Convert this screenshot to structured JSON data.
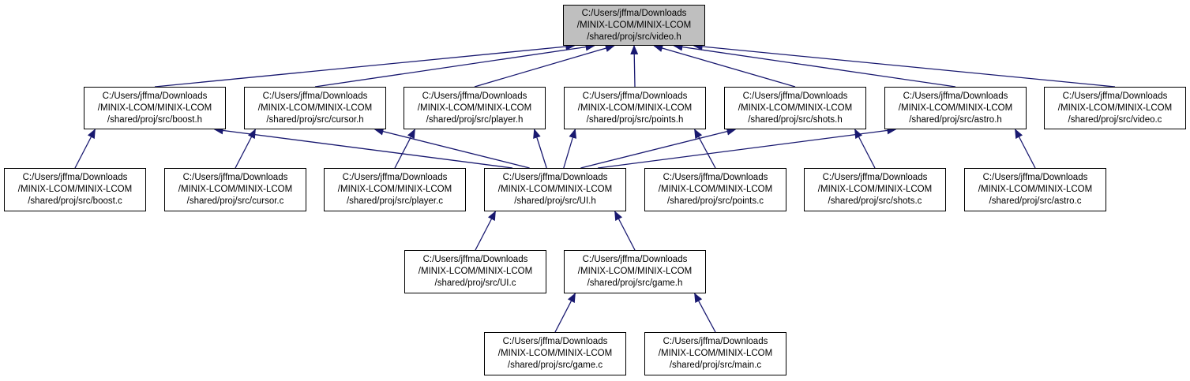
{
  "colors": {
    "edge": "#191970",
    "root_fill": "#bfbfbf",
    "node_fill": "#ffffff"
  },
  "nodes": [
    {
      "id": "video_h",
      "lines": [
        "C:/Users/jffma/Downloads",
        "/MINIX-LCOM/MINIX-LCOM",
        "/shared/proj/src/video.h"
      ],
      "root": true
    },
    {
      "id": "boost_h",
      "lines": [
        "C:/Users/jffma/Downloads",
        "/MINIX-LCOM/MINIX-LCOM",
        "/shared/proj/src/boost.h"
      ]
    },
    {
      "id": "cursor_h",
      "lines": [
        "C:/Users/jffma/Downloads",
        "/MINIX-LCOM/MINIX-LCOM",
        "/shared/proj/src/cursor.h"
      ]
    },
    {
      "id": "player_h",
      "lines": [
        "C:/Users/jffma/Downloads",
        "/MINIX-LCOM/MINIX-LCOM",
        "/shared/proj/src/player.h"
      ]
    },
    {
      "id": "points_h",
      "lines": [
        "C:/Users/jffma/Downloads",
        "/MINIX-LCOM/MINIX-LCOM",
        "/shared/proj/src/points.h"
      ]
    },
    {
      "id": "shots_h",
      "lines": [
        "C:/Users/jffma/Downloads",
        "/MINIX-LCOM/MINIX-LCOM",
        "/shared/proj/src/shots.h"
      ]
    },
    {
      "id": "astro_h",
      "lines": [
        "C:/Users/jffma/Downloads",
        "/MINIX-LCOM/MINIX-LCOM",
        "/shared/proj/src/astro.h"
      ]
    },
    {
      "id": "video_c",
      "lines": [
        "C:/Users/jffma/Downloads",
        "/MINIX-LCOM/MINIX-LCOM",
        "/shared/proj/src/video.c"
      ]
    },
    {
      "id": "boost_c",
      "lines": [
        "C:/Users/jffma/Downloads",
        "/MINIX-LCOM/MINIX-LCOM",
        "/shared/proj/src/boost.c"
      ]
    },
    {
      "id": "cursor_c",
      "lines": [
        "C:/Users/jffma/Downloads",
        "/MINIX-LCOM/MINIX-LCOM",
        "/shared/proj/src/cursor.c"
      ]
    },
    {
      "id": "player_c",
      "lines": [
        "C:/Users/jffma/Downloads",
        "/MINIX-LCOM/MINIX-LCOM",
        "/shared/proj/src/player.c"
      ]
    },
    {
      "id": "ui_h",
      "lines": [
        "C:/Users/jffma/Downloads",
        "/MINIX-LCOM/MINIX-LCOM",
        "/shared/proj/src/UI.h"
      ]
    },
    {
      "id": "points_c",
      "lines": [
        "C:/Users/jffma/Downloads",
        "/MINIX-LCOM/MINIX-LCOM",
        "/shared/proj/src/points.c"
      ]
    },
    {
      "id": "shots_c",
      "lines": [
        "C:/Users/jffma/Downloads",
        "/MINIX-LCOM/MINIX-LCOM",
        "/shared/proj/src/shots.c"
      ]
    },
    {
      "id": "astro_c",
      "lines": [
        "C:/Users/jffma/Downloads",
        "/MINIX-LCOM/MINIX-LCOM",
        "/shared/proj/src/astro.c"
      ]
    },
    {
      "id": "ui_c",
      "lines": [
        "C:/Users/jffma/Downloads",
        "/MINIX-LCOM/MINIX-LCOM",
        "/shared/proj/src/UI.c"
      ]
    },
    {
      "id": "game_h",
      "lines": [
        "C:/Users/jffma/Downloads",
        "/MINIX-LCOM/MINIX-LCOM",
        "/shared/proj/src/game.h"
      ]
    },
    {
      "id": "game_c",
      "lines": [
        "C:/Users/jffma/Downloads",
        "/MINIX-LCOM/MINIX-LCOM",
        "/shared/proj/src/game.c"
      ]
    },
    {
      "id": "main_c",
      "lines": [
        "C:/Users/jffma/Downloads",
        "/MINIX-LCOM/MINIX-LCOM",
        "/shared/proj/src/main.c"
      ]
    }
  ],
  "edges": [
    {
      "from": "boost_h",
      "to": "video_h"
    },
    {
      "from": "cursor_h",
      "to": "video_h"
    },
    {
      "from": "player_h",
      "to": "video_h"
    },
    {
      "from": "points_h",
      "to": "video_h"
    },
    {
      "from": "shots_h",
      "to": "video_h"
    },
    {
      "from": "astro_h",
      "to": "video_h"
    },
    {
      "from": "video_c",
      "to": "video_h"
    },
    {
      "from": "boost_c",
      "to": "boost_h"
    },
    {
      "from": "ui_h",
      "to": "boost_h"
    },
    {
      "from": "cursor_c",
      "to": "cursor_h"
    },
    {
      "from": "ui_h",
      "to": "cursor_h"
    },
    {
      "from": "player_c",
      "to": "player_h"
    },
    {
      "from": "ui_h",
      "to": "player_h"
    },
    {
      "from": "ui_h",
      "to": "points_h"
    },
    {
      "from": "points_c",
      "to": "points_h"
    },
    {
      "from": "ui_h",
      "to": "shots_h"
    },
    {
      "from": "shots_c",
      "to": "shots_h"
    },
    {
      "from": "ui_h",
      "to": "astro_h"
    },
    {
      "from": "astro_c",
      "to": "astro_h"
    },
    {
      "from": "ui_c",
      "to": "ui_h"
    },
    {
      "from": "game_h",
      "to": "ui_h"
    },
    {
      "from": "game_c",
      "to": "game_h"
    },
    {
      "from": "main_c",
      "to": "game_h"
    }
  ]
}
